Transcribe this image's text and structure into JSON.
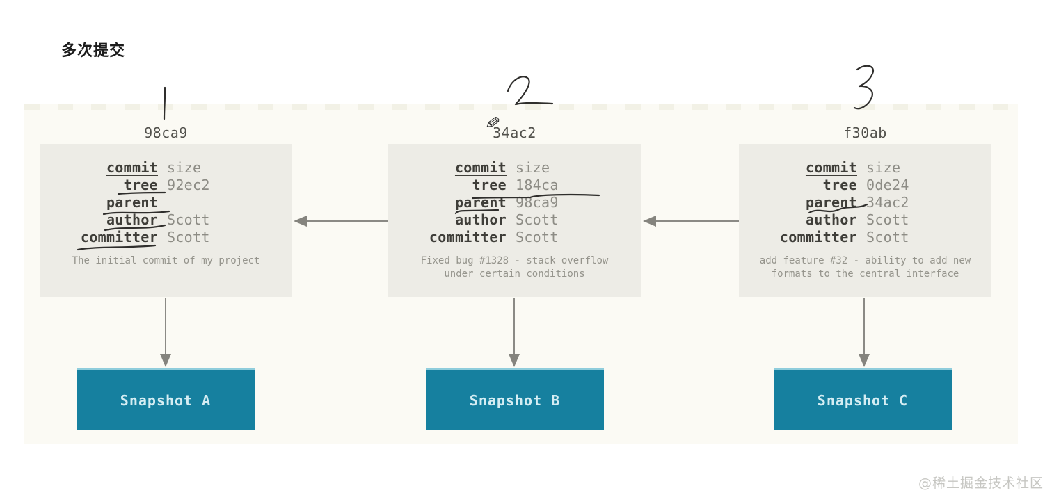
{
  "title": "多次提交",
  "watermark": "@稀土掘金技术社区",
  "annotations": {
    "marks": [
      "1",
      "2",
      "3"
    ],
    "pencil_glyph": "✎"
  },
  "colors": {
    "snapshot_fill": "#16809f",
    "snapshot_text": "#d5edf3",
    "commit_box_fill": "#edece6",
    "panel_fill": "#fbfaf4",
    "arrow": "#8b8a85",
    "handwriting_ink": "#2f2e2c"
  },
  "commits": [
    {
      "hash": "98ca9",
      "rows": [
        {
          "label": "commit",
          "value": "size"
        },
        {
          "label": "tree",
          "value": "92ec2"
        },
        {
          "label": "parent",
          "value": ""
        },
        {
          "label": "author",
          "value": "Scott"
        },
        {
          "label": "committer",
          "value": "Scott"
        }
      ],
      "message": "The initial commit of my project",
      "snapshot_label": "Snapshot A"
    },
    {
      "hash": "34ac2",
      "rows": [
        {
          "label": "commit",
          "value": "size"
        },
        {
          "label": "tree",
          "value": "184ca"
        },
        {
          "label": "parent",
          "value": "98ca9"
        },
        {
          "label": "author",
          "value": "Scott"
        },
        {
          "label": "committer",
          "value": "Scott"
        }
      ],
      "message": "Fixed bug #1328 - stack overflow under certain conditions",
      "snapshot_label": "Snapshot B"
    },
    {
      "hash": "f30ab",
      "rows": [
        {
          "label": "commit",
          "value": "size"
        },
        {
          "label": "tree",
          "value": "0de24"
        },
        {
          "label": "parent",
          "value": "34ac2"
        },
        {
          "label": "author",
          "value": "Scott"
        },
        {
          "label": "committer",
          "value": "Scott"
        }
      ],
      "message": "add feature #32 - ability to add new formats to the central interface",
      "snapshot_label": "Snapshot C"
    }
  ]
}
